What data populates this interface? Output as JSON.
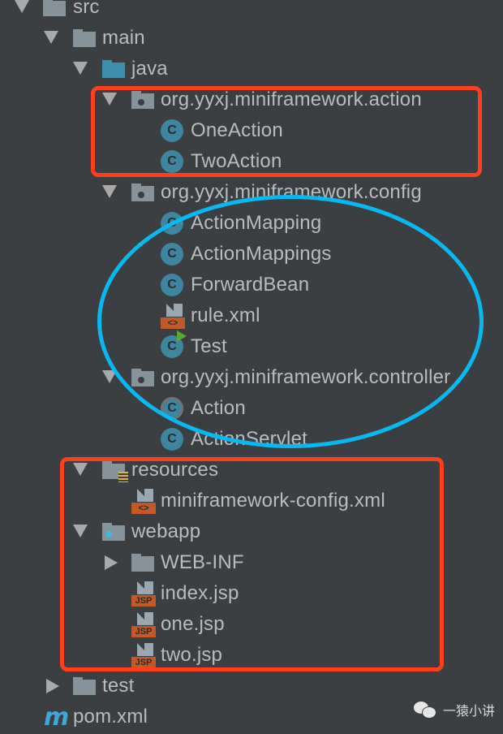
{
  "project_tree": {
    "items": [
      {
        "id": "src",
        "label": "src",
        "level": 0,
        "kind": "folder",
        "expanded": true
      },
      {
        "id": "main",
        "label": "main",
        "level": 1,
        "kind": "folder",
        "expanded": true
      },
      {
        "id": "java",
        "label": "java",
        "level": 2,
        "kind": "source-folder",
        "expanded": true
      },
      {
        "id": "pkg_action",
        "label": "org.yyxj.miniframework.action",
        "level": 3,
        "kind": "package",
        "expanded": true
      },
      {
        "id": "OneAction",
        "label": "OneAction",
        "level": 4,
        "kind": "class"
      },
      {
        "id": "TwoAction",
        "label": "TwoAction",
        "level": 4,
        "kind": "class"
      },
      {
        "id": "pkg_config",
        "label": "org.yyxj.miniframework.config",
        "level": 3,
        "kind": "package",
        "expanded": true
      },
      {
        "id": "ActionMapping",
        "label": "ActionMapping",
        "level": 4,
        "kind": "class"
      },
      {
        "id": "ActionMappings",
        "label": "ActionMappings",
        "level": 4,
        "kind": "class"
      },
      {
        "id": "ForwardBean",
        "label": "ForwardBean",
        "level": 4,
        "kind": "class"
      },
      {
        "id": "rule_xml",
        "label": "rule.xml",
        "level": 4,
        "kind": "xml-file"
      },
      {
        "id": "Test",
        "label": "Test",
        "level": 4,
        "kind": "runnable-class"
      },
      {
        "id": "pkg_controller",
        "label": "org.yyxj.miniframework.controller",
        "level": 3,
        "kind": "package",
        "expanded": true
      },
      {
        "id": "Action",
        "label": "Action",
        "level": 4,
        "kind": "abstract-class"
      },
      {
        "id": "ActionServlet",
        "label": "ActionServlet",
        "level": 4,
        "kind": "class"
      },
      {
        "id": "resources",
        "label": "resources",
        "level": 2,
        "kind": "resources-folder",
        "expanded": true
      },
      {
        "id": "miniframework_config",
        "label": "miniframework-config.xml",
        "level": 3,
        "kind": "xml-file"
      },
      {
        "id": "webapp",
        "label": "webapp",
        "level": 2,
        "kind": "web-folder",
        "expanded": true
      },
      {
        "id": "WEB-INF",
        "label": "WEB-INF",
        "level": 3,
        "kind": "folder",
        "expanded": false
      },
      {
        "id": "index_jsp",
        "label": "index.jsp",
        "level": 3,
        "kind": "jsp-file"
      },
      {
        "id": "one_jsp",
        "label": "one.jsp",
        "level": 3,
        "kind": "jsp-file"
      },
      {
        "id": "two_jsp",
        "label": "two.jsp",
        "level": 3,
        "kind": "jsp-file"
      },
      {
        "id": "test",
        "label": "test",
        "level": 1,
        "kind": "folder",
        "expanded": false
      },
      {
        "id": "pom_xml",
        "label": "pom.xml",
        "level": 0,
        "kind": "maven-file"
      }
    ]
  },
  "icons": {
    "class_glyph": "C",
    "xml_tag": "<>",
    "jsp_tag": "JSP",
    "maven_glyph": "m"
  },
  "annotations": {
    "red_box_color": "#ff3e1b",
    "blue_ellipse_color": "#0ab8f0"
  },
  "watermark": {
    "text": "一猿小讲"
  },
  "colors": {
    "background": "#3c3f41",
    "text": "#bbbbbb",
    "class_icon": "#3e86a0",
    "folder": "#87939a",
    "source_folder": "#3d8eac",
    "file_tag": "#c15a28"
  }
}
